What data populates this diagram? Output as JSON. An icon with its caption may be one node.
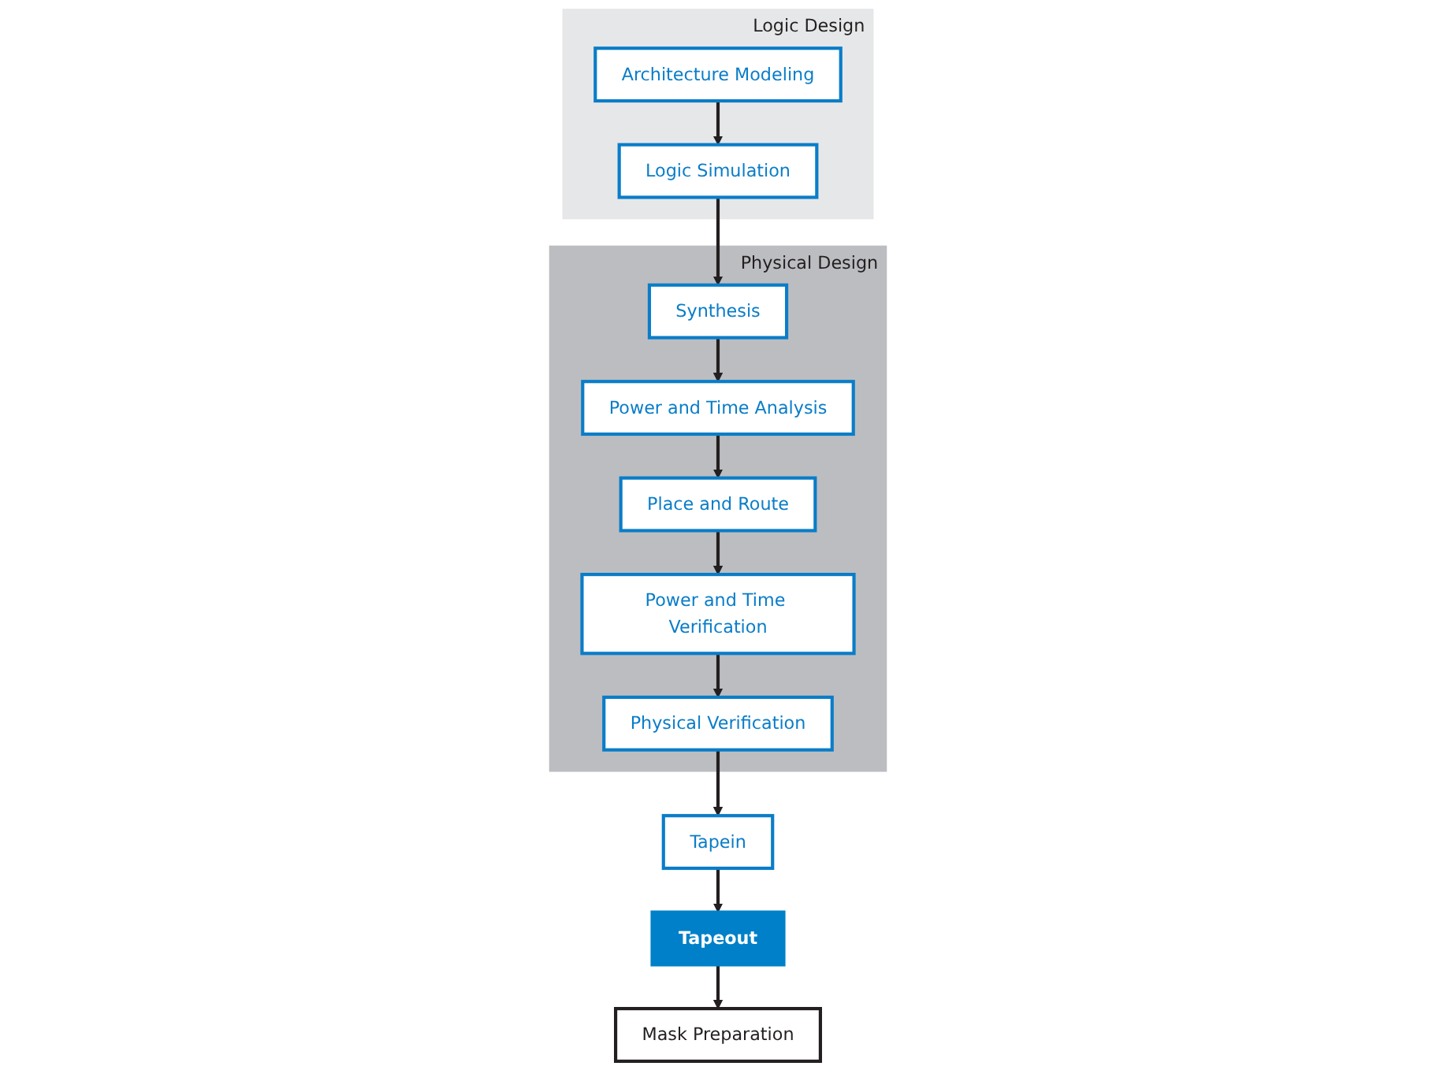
{
  "diagram": {
    "nodes": [
      {
        "text": [
          "Logic Design"
        ]
      },
      {
        "text": [
          "Architecture Modeling"
        ],
        "in": 0
      },
      {
        "text": [
          "Logic Simulation"
        ],
        "in": 0
      },
      {
        "text": [
          "Physical Design"
        ]
      },
      {
        "text": [
          "Synthesis"
        ],
        "in": 3
      },
      {
        "text": [
          "Power and Time Analysis"
        ],
        "in": 3
      },
      {
        "text": [
          "Place and Route"
        ],
        "in": 3
      },
      {
        "text": [
          "Power and Time Verification"
        ],
        "in": 3
      },
      {
        "text": [
          "Physical Verification"
        ],
        "in": 3
      },
      {
        "text": [
          "Tapein"
        ]
      },
      {
        "text": [
          "Tapeout"
        ]
      },
      {
        "text": [
          "Mask Preparation"
        ]
      }
    ],
    "edges": [
      {
        "from": 1,
        "to": 2,
        "arrow": "to"
      },
      {
        "from": 2,
        "to": 4,
        "arrow": "to"
      },
      {
        "from": 4,
        "to": 5,
        "arrow": "to"
      },
      {
        "from": 5,
        "to": 6,
        "arrow": "to"
      },
      {
        "from": 6,
        "to": 7,
        "arrow": "to"
      },
      {
        "from": 7,
        "to": 8,
        "arrow": "to"
      },
      {
        "from": 8,
        "to": 9,
        "arrow": "to"
      },
      {
        "from": 9,
        "to": 10,
        "arrow": "to"
      },
      {
        "from": 10,
        "to": 11,
        "arrow": "to"
      }
    ]
  }
}
